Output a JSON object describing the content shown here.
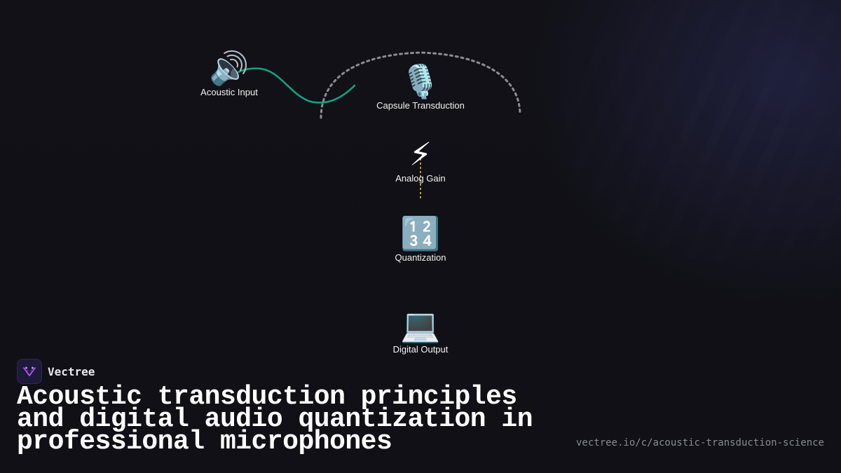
{
  "brand": {
    "name": "Vectree"
  },
  "headline": "Acoustic transduction principles and digital audio quantization in professional microphones",
  "url": "vectree.io/c/acoustic-transduction-science",
  "nodes": [
    {
      "id": "acoustic-input",
      "icon": "speaker-icon",
      "glyph": "🔊",
      "label": "Acoustic Input"
    },
    {
      "id": "capsule-transduction",
      "icon": "microphone-icon",
      "glyph": "🎙️",
      "label": "Capsule Transduction"
    },
    {
      "id": "analog-gain",
      "icon": "lightning-icon",
      "glyph": "⚡",
      "label": "Analog Gain"
    },
    {
      "id": "quantization",
      "icon": "numbers-icon",
      "glyph": "🔢",
      "label": "Quantization"
    },
    {
      "id": "digital-output",
      "icon": "laptop-icon",
      "glyph": "💻",
      "label": "Digital Output"
    }
  ],
  "colors": {
    "background": "#101016",
    "wave": "#10a585",
    "arc": "#8c8c94",
    "gain_line": "#f5c542",
    "text": "#ffffff",
    "muted": "#8a8a92",
    "brand_logo_bg": "#1e1a3a",
    "brand_logo_mark": "#b05cf0"
  }
}
